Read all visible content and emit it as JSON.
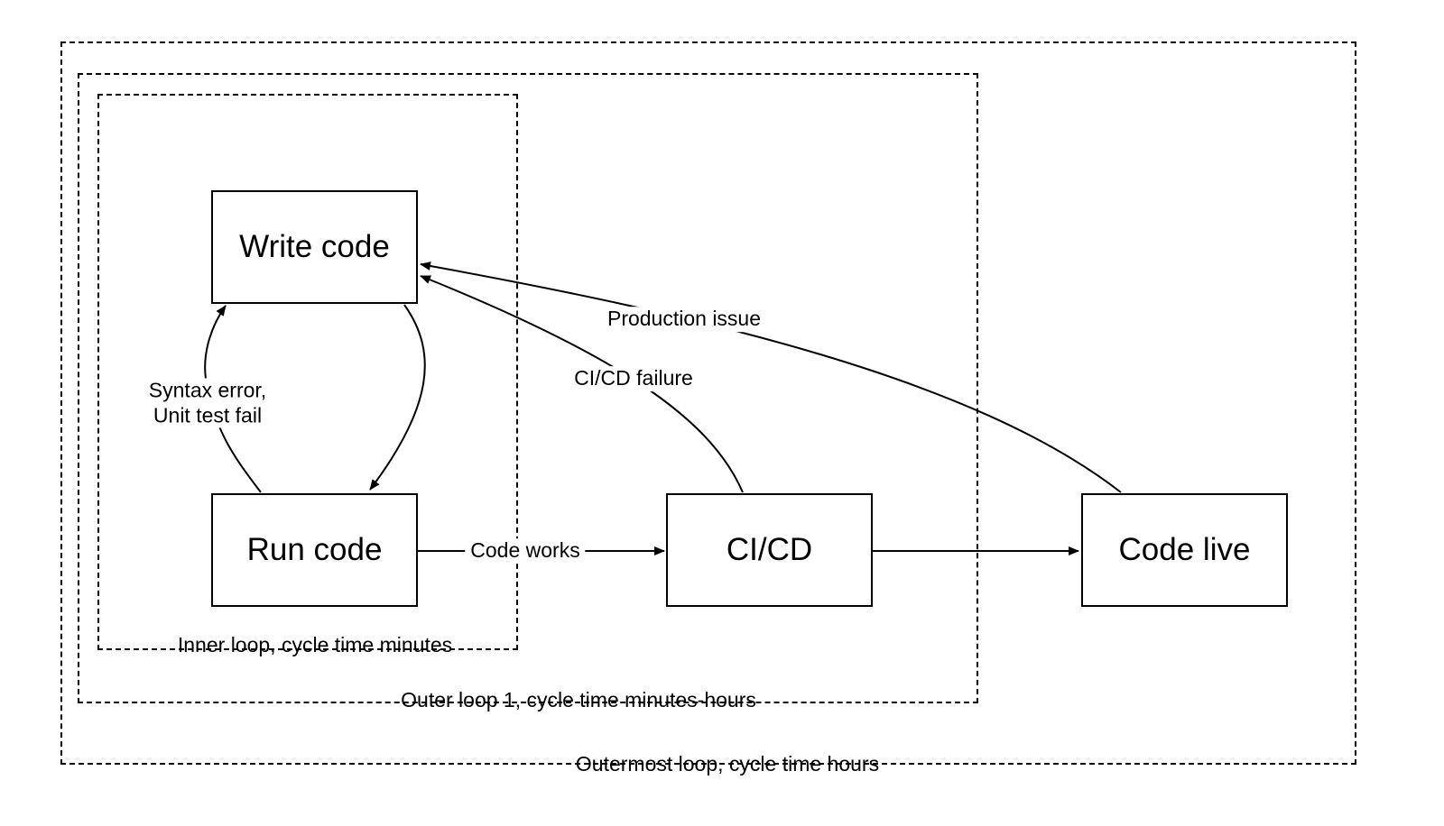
{
  "loops": {
    "outermost": "Outermost loop, cycle time hours",
    "outer1": "Outer loop 1, cycle time minutes-hours",
    "inner": "Inner loop, cycle time minutes"
  },
  "nodes": {
    "write_code": "Write code",
    "run_code": "Run code",
    "cicd": "CI/CD",
    "code_live": "Code live"
  },
  "edges": {
    "syntax_error_line1": "Syntax error,",
    "syntax_error_line2": "Unit test fail",
    "code_works": "Code works",
    "cicd_failure": "CI/CD failure",
    "production_issue": "Production issue"
  }
}
